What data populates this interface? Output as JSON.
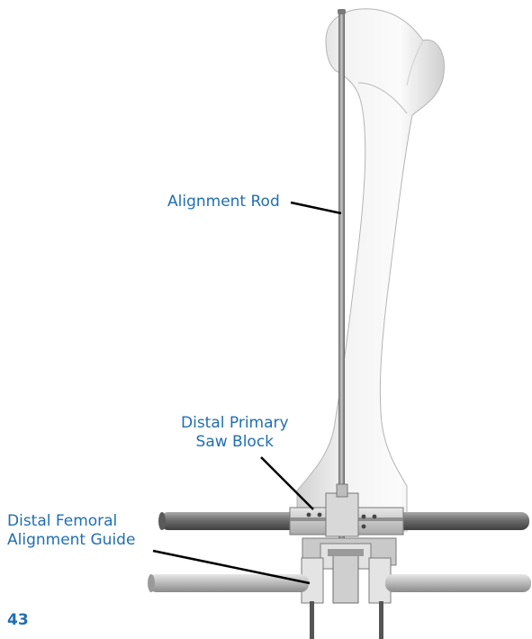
{
  "labels": {
    "alignment_rod": "Alignment Rod",
    "saw_block_line1": "Distal Primary",
    "saw_block_line2": "Saw Block",
    "guide_line1": "Distal Femoral",
    "guide_line2": "Alignment Guide"
  },
  "page_number": "43",
  "colors": {
    "label_text": "#1f6fb2",
    "leader_line": "#000000",
    "bone": "#ececec",
    "metal": "#8a8a8a"
  }
}
